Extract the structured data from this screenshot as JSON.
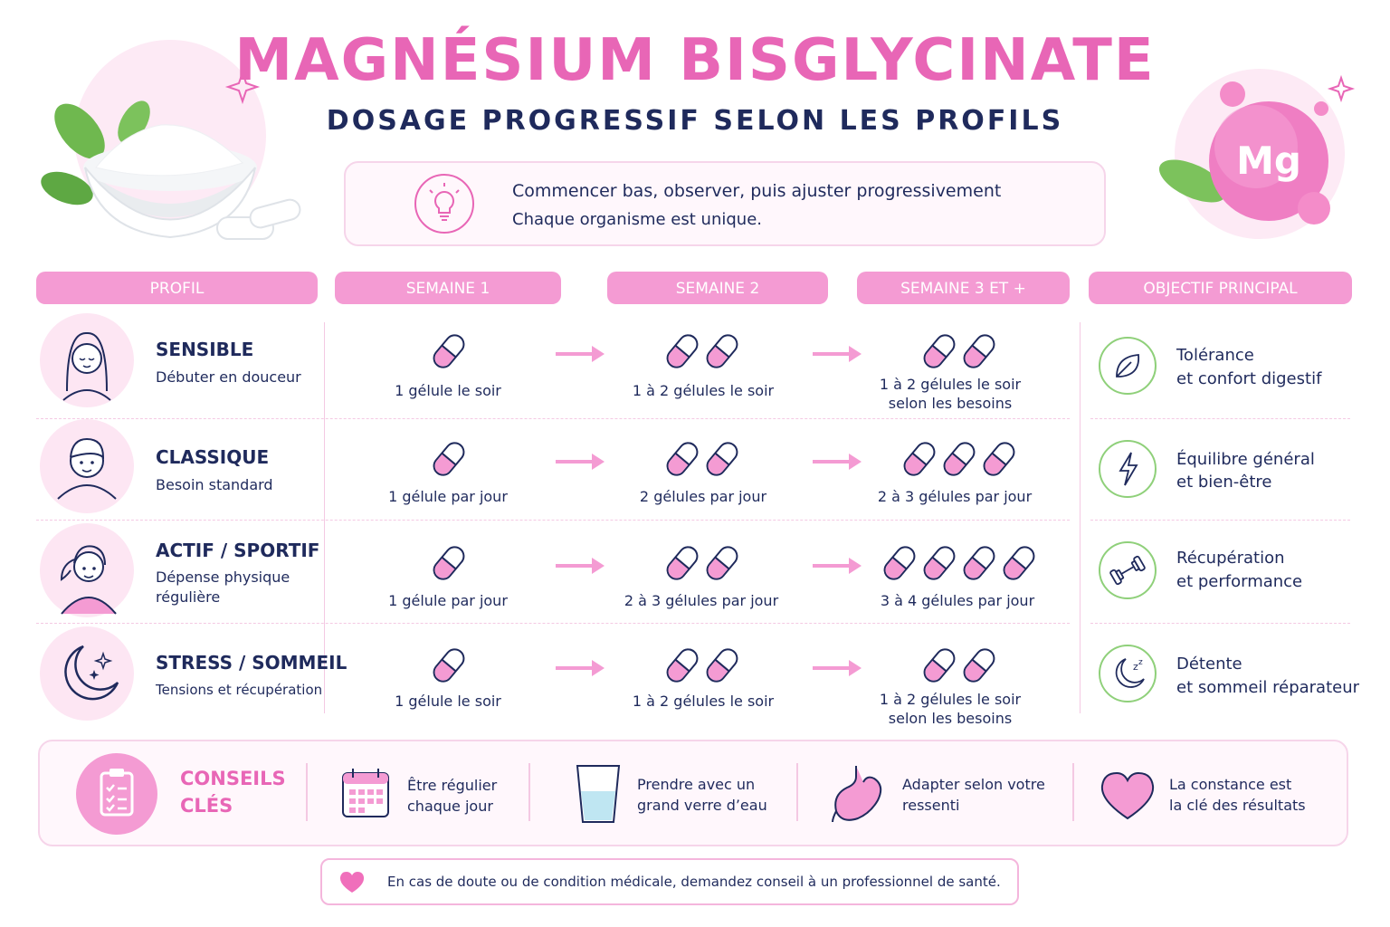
{
  "header": {
    "title": "MAGNÉSIUM BISGLYCINATE",
    "subtitle": "DOSAGE PROGRESSIF SELON LES PROFILS",
    "mg_symbol": "Mg"
  },
  "intro": {
    "line1": "Commencer bas, observer, puis ajuster progressivement",
    "line2": "Chaque organisme est unique."
  },
  "columns": [
    "PROFIL",
    "SEMAINE 1",
    "SEMAINE 2",
    "SEMAINE 3 ET +",
    "OBJECTIF PRINCIPAL"
  ],
  "profiles": [
    {
      "name": "SENSIBLE",
      "desc": "Débuter en douceur",
      "icon": "calm-face-icon",
      "week1": {
        "count": 1,
        "text": "1 gélule le soir",
        "text2": ""
      },
      "week2": {
        "count": 2,
        "text": "1 à 2 gélules le soir",
        "text2": ""
      },
      "week3": {
        "count": 2,
        "text": "1 à 2 gélules le soir",
        "text2": "selon les besoins"
      },
      "goal_icon": "leaf-icon",
      "goal1": "Tolérance",
      "goal2": "et confort digestif"
    },
    {
      "name": "CLASSIQUE",
      "desc": "Besoin standard",
      "icon": "man-face-icon",
      "week1": {
        "count": 1,
        "text": "1 gélule par jour",
        "text2": ""
      },
      "week2": {
        "count": 2,
        "text": "2 gélules par jour",
        "text2": ""
      },
      "week3": {
        "count": 3,
        "text": "2 à 3 gélules par jour",
        "text2": ""
      },
      "goal_icon": "lightning-icon",
      "goal1": "Équilibre général",
      "goal2": "et bien-être"
    },
    {
      "name": "ACTIF / SPORTIF",
      "desc": "Dépense physique",
      "desc2": "régulière",
      "icon": "sporty-woman-icon",
      "week1": {
        "count": 1,
        "text": "1 gélule par jour",
        "text2": ""
      },
      "week2": {
        "count": 2,
        "text": "2 à 3 gélules par jour",
        "text2": ""
      },
      "week3": {
        "count": 4,
        "text": "3 à 4 gélules par jour",
        "text2": ""
      },
      "goal_icon": "dumbbell-icon",
      "goal1": "Récupération",
      "goal2": "et performance"
    },
    {
      "name": "STRESS / SOMMEIL",
      "desc": "Tensions et récupération",
      "icon": "moon-stars-icon",
      "week1": {
        "count": 1,
        "text": "1 gélule le soir",
        "text2": ""
      },
      "week2": {
        "count": 2,
        "text": "1 à 2 gélules le soir",
        "text2": ""
      },
      "week3": {
        "count": 2,
        "text": "1 à 2 gélules le soir",
        "text2": "selon les besoins"
      },
      "goal_icon": "sleep-moon-icon",
      "goal1": "Détente",
      "goal2": "et sommeil réparateur"
    }
  ],
  "tips": {
    "title1": "CONSEILS",
    "title2": "CLÉS",
    "items": [
      {
        "icon": "calendar-icon",
        "l1": "Être régulier",
        "l2": "chaque jour"
      },
      {
        "icon": "water-glass-icon",
        "l1": "Prendre avec un",
        "l2": "grand verre d’eau"
      },
      {
        "icon": "stomach-icon",
        "l1": "Adapter selon votre",
        "l2": "ressenti"
      },
      {
        "icon": "heart-icon",
        "l1": "La constance est",
        "l2": "la clé des résultats"
      }
    ]
  },
  "footer": {
    "text": "En cas de doute ou de condition médicale, demandez conseil à un professionnel de santé."
  },
  "colors": {
    "pink": "#e866b6",
    "pink_light": "#f49bd3",
    "navy": "#1f2a5c",
    "green": "#8fd07a"
  }
}
